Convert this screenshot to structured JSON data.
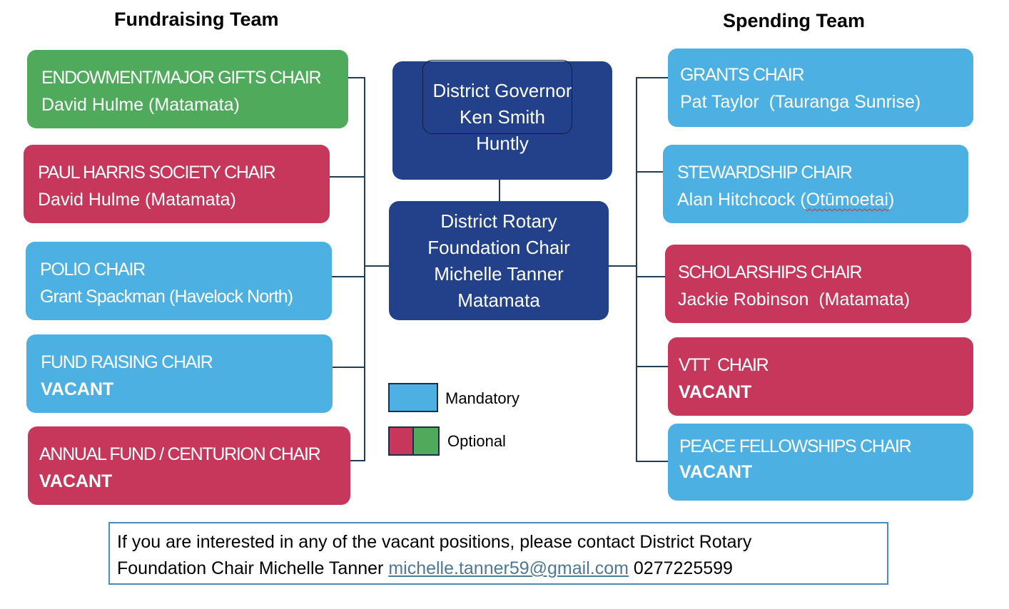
{
  "headings": {
    "fundraising": "Fundraising Team",
    "spending": "Spending Team"
  },
  "center": {
    "governor": {
      "line1": "District Governor",
      "line2": "Ken Smith",
      "line3": "Huntly"
    },
    "foundation": {
      "line1": "District Rotary",
      "line2": "Foundation Chair",
      "line3": "Michelle Tanner",
      "line4": "Matamata"
    }
  },
  "fundraising": [
    {
      "title": "ENDOWMENT/MAJOR GIFTS CHAIR",
      "name": "David Hulme (Matamata)",
      "color": "#4faa5c"
    },
    {
      "title": "PAUL HARRIS SOCIETY CHAIR",
      "name": "David Hulme (Matamata)",
      "color": "#c6375b"
    },
    {
      "title": "POLIO CHAIR",
      "name": "Grant Spackman (Havelock North)",
      "color": "#4cb0e3"
    },
    {
      "title": "FUND RAISING CHAIR",
      "name": "VACANT",
      "color": "#4cb0e3"
    },
    {
      "title": "ANNUAL FUND / CENTURION CHAIR",
      "name": "VACANT",
      "color": "#c6375b"
    }
  ],
  "spending": [
    {
      "title": "GRANTS CHAIR",
      "name": "Pat Taylor  (Tauranga Sunrise)",
      "color": "#4cb0e3"
    },
    {
      "title": "STEWARDSHIP CHAIR",
      "name_prefix": "Alan Hitchcock (",
      "name_flagged": "Otūmoetai",
      "name_suffix": ")",
      "color": "#4cb0e3"
    },
    {
      "title": "SCHOLARSHIPS CHAIR",
      "name": "Jackie Robinson  (Matamata)",
      "color": "#c6375b"
    },
    {
      "title": "VTT  CHAIR",
      "name": "VACANT",
      "color": "#c6375b"
    },
    {
      "title": "PEACE FELLOWSHIPS CHAIR",
      "name": "VACANT",
      "color": "#4cb0e3"
    }
  ],
  "legend": {
    "mandatory": {
      "label": "Mandatory",
      "color": "#4cb0e3"
    },
    "optional": {
      "label": "Optional",
      "colors": [
        "#c6375b",
        "#4faa5c"
      ]
    }
  },
  "note": {
    "text_line1": "If you are interested in any of the vacant positions, please contact District Rotary",
    "text_line2": "Foundation Chair Michelle Tanner ",
    "email": "michelle.tanner59@gmail.com",
    "phone": " 0277225599"
  },
  "colors": {
    "navy": "#22418a",
    "blue": "#4cb0e3",
    "red": "#c6375b",
    "green": "#4faa5c",
    "connector": "#1f3d57"
  }
}
